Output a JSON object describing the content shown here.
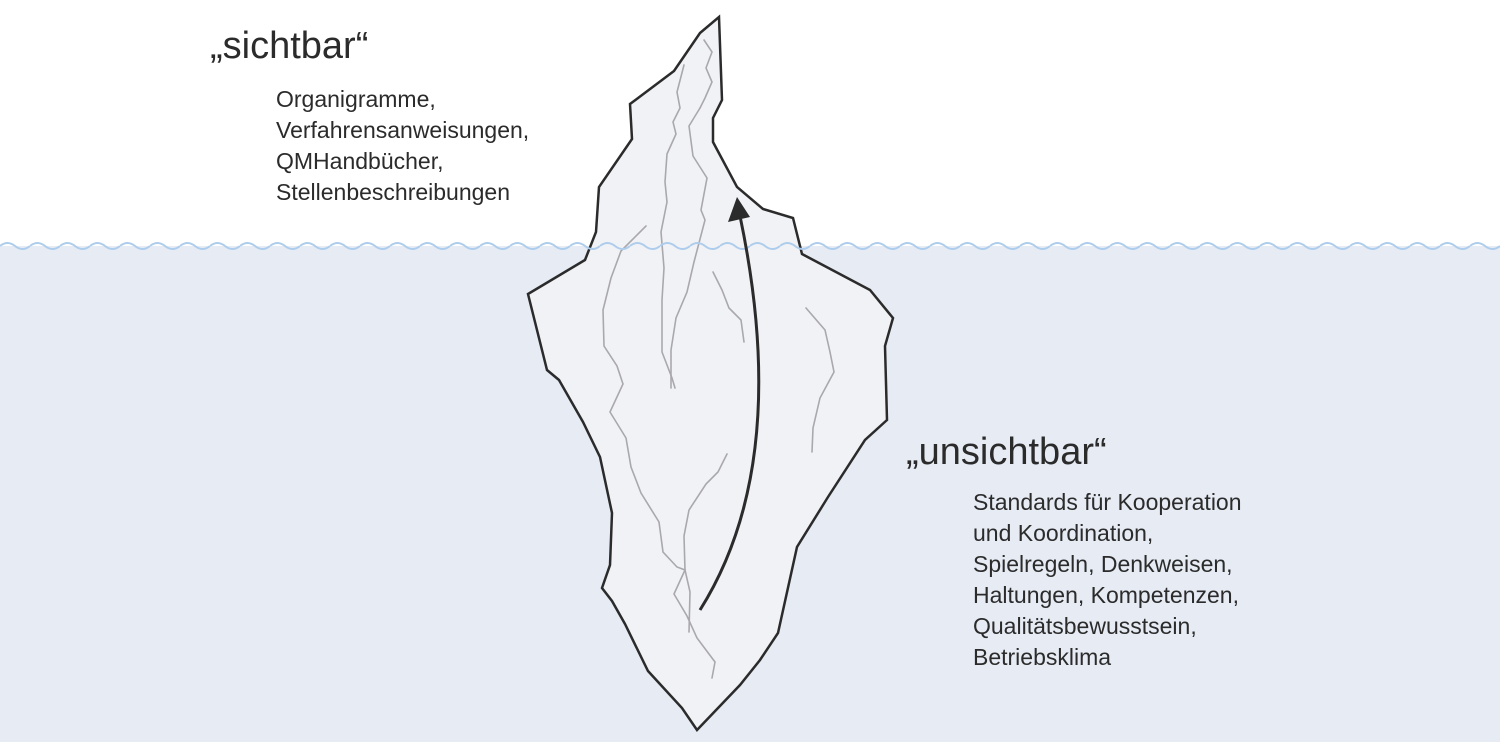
{
  "colors": {
    "water": "#e6ebf4",
    "waterline": "#aecdec",
    "iceberg_fill": "#f1f2f6",
    "iceberg_outline": "#2b2b2b",
    "ice_cracks": "#a9a9ad",
    "arrow": "#2b2b2b",
    "text": "#2b2b2b"
  },
  "visible": {
    "heading": "„sichtbar“",
    "items": [
      "Organigramme,",
      "Verfahrensanweisungen,",
      "QMHandbücher,",
      "Stellenbeschreibungen"
    ]
  },
  "invisible": {
    "heading": "„unsichtbar“",
    "items": [
      "Standards für Kooperation",
      "und Koordination,",
      "Spielregeln, Denkweisen,",
      "Haltungen, Kompetenzen,",
      "Qualitätsbewusstsein,",
      "Betriebsklima"
    ]
  }
}
